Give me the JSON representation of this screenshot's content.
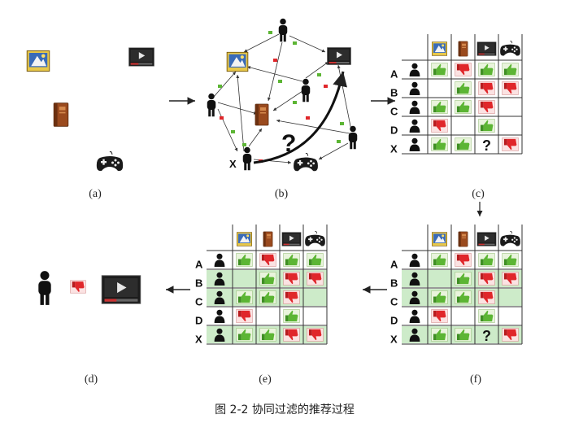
{
  "panels": [
    {
      "id": "a",
      "label": "(a)"
    },
    {
      "id": "b",
      "label": "(b)"
    },
    {
      "id": "c",
      "label": "(c)"
    },
    {
      "id": "d",
      "label": "(d)"
    },
    {
      "id": "e",
      "label": "(e)"
    },
    {
      "id": "f",
      "label": "(f)"
    }
  ],
  "users": [
    "A",
    "B",
    "C",
    "D",
    "X"
  ],
  "target_user_b": "X",
  "unknown_symbol": "?",
  "items": [
    "image-file-icon",
    "book-icon",
    "video-player-icon",
    "gamepad-icon"
  ],
  "ratings": {
    "A": [
      "like",
      "dislike",
      "like",
      "like"
    ],
    "B": [
      "",
      "like",
      "dislike",
      "dislike"
    ],
    "C": [
      "like",
      "like",
      "dislike",
      ""
    ],
    "D": [
      "dislike",
      "",
      "like",
      ""
    ],
    "X": [
      "like",
      "like",
      "?",
      "dislike"
    ]
  },
  "ratings_e": {
    "A": [
      "like",
      "dislike",
      "like",
      "like"
    ],
    "B": [
      "",
      "like",
      "dislike",
      "dislike"
    ],
    "C": [
      "like",
      "like",
      "dislike",
      ""
    ],
    "D": [
      "dislike",
      "",
      "like",
      ""
    ],
    "X": [
      "like",
      "like",
      "dislike",
      "dislike"
    ]
  },
  "highlight_rows": [
    "B",
    "C",
    "X"
  ],
  "colors": {
    "like": "#4aa12c",
    "dislike": "#d8262a",
    "highlight": "#cdebc9",
    "grid": "#333333"
  },
  "caption": "图 2-2    协同过滤的推荐过程"
}
